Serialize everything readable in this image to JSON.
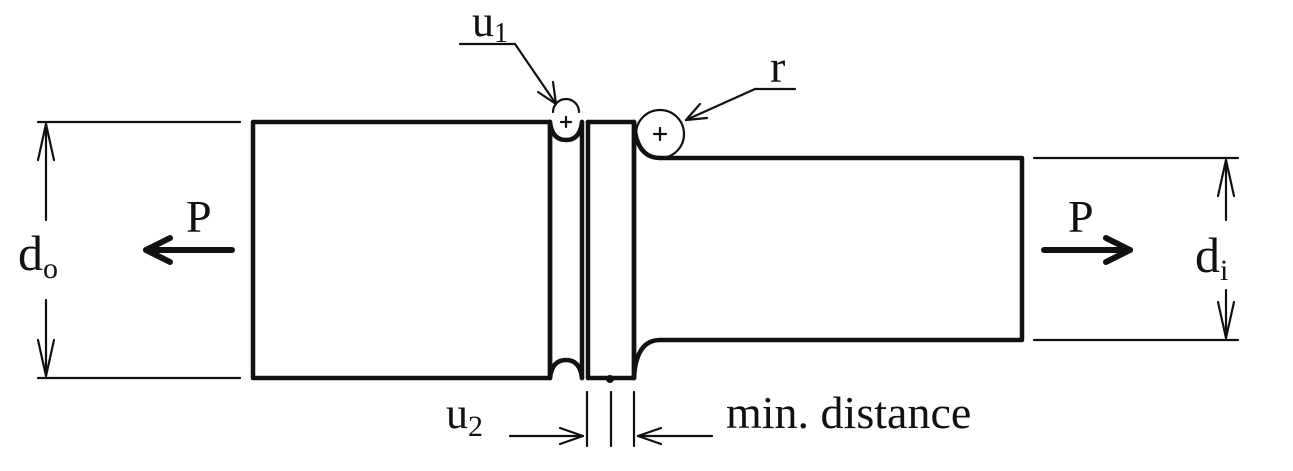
{
  "labels": {
    "u1_main": "u",
    "u1_sub": "1",
    "r": "r",
    "u2_main": "u",
    "u2_sub": "2",
    "min_distance": "min. distance",
    "do_main": "d",
    "do_sub": "o",
    "di_main": "d",
    "di_sub": "i",
    "load_left": "P",
    "load_right": "P"
  }
}
